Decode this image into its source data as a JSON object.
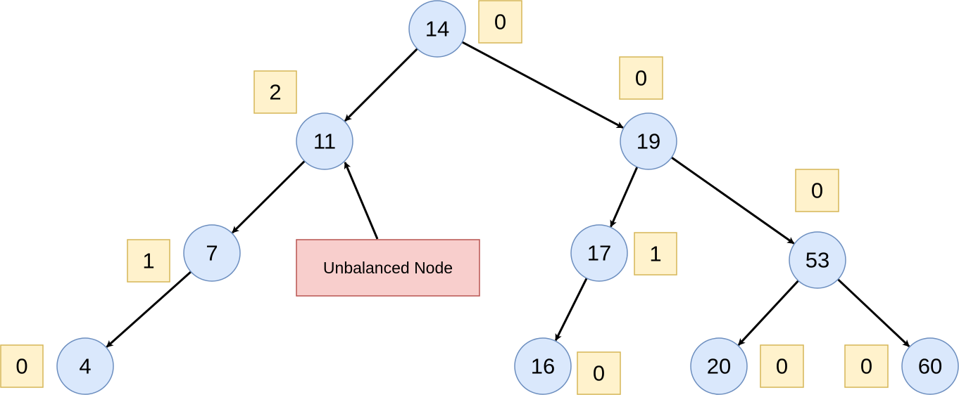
{
  "diagram": {
    "nodes": [
      {
        "id": "n14",
        "label": "14"
      },
      {
        "id": "n11",
        "label": "11"
      },
      {
        "id": "n19",
        "label": "19"
      },
      {
        "id": "n7",
        "label": "7"
      },
      {
        "id": "n17",
        "label": "17"
      },
      {
        "id": "n53",
        "label": "53"
      },
      {
        "id": "n4",
        "label": "4"
      },
      {
        "id": "n16",
        "label": "16"
      },
      {
        "id": "n20",
        "label": "20"
      },
      {
        "id": "n60",
        "label": "60"
      }
    ],
    "edges": [
      {
        "from": "n14",
        "to": "n11"
      },
      {
        "from": "n14",
        "to": "n19"
      },
      {
        "from": "n11",
        "to": "n7"
      },
      {
        "from": "n19",
        "to": "n17"
      },
      {
        "from": "n19",
        "to": "n53"
      },
      {
        "from": "n7",
        "to": "n4"
      },
      {
        "from": "n17",
        "to": "n16"
      },
      {
        "from": "n53",
        "to": "n20"
      },
      {
        "from": "n53",
        "to": "n60"
      }
    ],
    "balance_factors": [
      {
        "node": "n14",
        "value": "0"
      },
      {
        "node": "n11",
        "value": "2"
      },
      {
        "node": "n19",
        "value": "0"
      },
      {
        "node": "n7",
        "value": "1"
      },
      {
        "node": "n17",
        "value": "1"
      },
      {
        "node": "n53",
        "value": "0"
      },
      {
        "node": "n4",
        "value": "0"
      },
      {
        "node": "n16",
        "value": "0"
      },
      {
        "node": "n20",
        "value": "0"
      },
      {
        "node": "n60",
        "value": "0"
      }
    ],
    "callout": {
      "label": "Unbalanced Node",
      "target": "n11"
    },
    "colors": {
      "node_fill": "#dae8fc",
      "node_stroke": "#6c8ebf",
      "balance_fill": "#fff2cc",
      "balance_stroke": "#d6b656",
      "callout_fill": "#f8cecc",
      "callout_stroke": "#b85450",
      "edge": "#000000"
    }
  }
}
